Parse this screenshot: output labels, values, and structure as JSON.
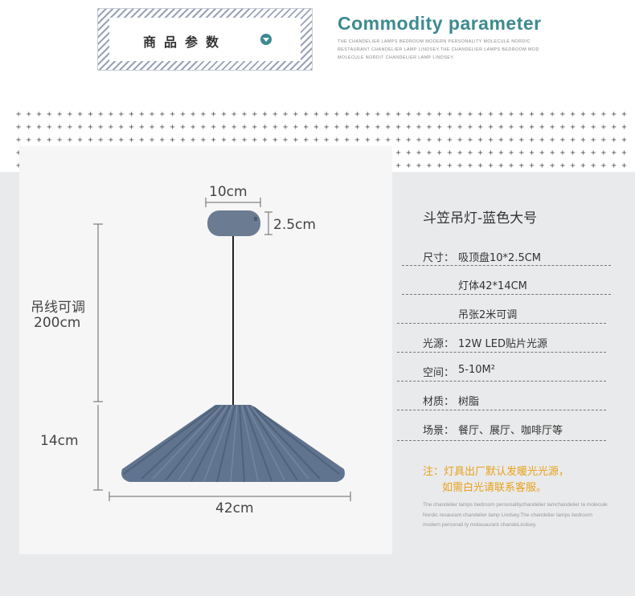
{
  "header": {
    "cn_label": "商品参数",
    "title_en": "Commodity parameter",
    "subtitle_en": "The chandelier lamps bedroom modern personality molecule nordic restaurant chandelier lamp lindsey.The chandelier lamps bedroom mod molecule nordit chandelier lamp lindsey."
  },
  "diagram": {
    "width_top": "10cm",
    "height_top": "2.5cm",
    "cord_label": "吊线可调",
    "cord_length": "200cm",
    "shade_height": "14cm",
    "shade_width": "42cm",
    "colors": {
      "shade": "#60748f",
      "canopy": "#6b7c92",
      "cord": "#222222"
    }
  },
  "product": {
    "name": "斗笠吊灯-蓝色大号",
    "specs": [
      {
        "label": "尺寸：",
        "value": "吸顶盘10*2.5CM"
      },
      {
        "label": "",
        "value": "灯体42*14CM"
      },
      {
        "label": "",
        "value": "吊张2米可调"
      },
      {
        "label": "光源：",
        "value": "12W LED贴片光源"
      },
      {
        "label": "空间：",
        "value": "5-10M²"
      },
      {
        "label": "材质：",
        "value": "树脂"
      },
      {
        "label": "场景：",
        "value": "餐厅、展厅、咖啡厅等"
      }
    ],
    "note_line1": "注：灯具出厂默认发暖光光源，",
    "note_line2": "如需白光请联系客服。",
    "note_color": "#e8a11a",
    "small_en": "The chandelier lamps bedroom personalitychandelier lamchandelier la molecule Nordic resaurant chandelier lamp Lindsey.The chandelier lamps bedroom modern personali ty molasaurant chandeLindsey."
  },
  "accent_color": "#3d8a8f"
}
